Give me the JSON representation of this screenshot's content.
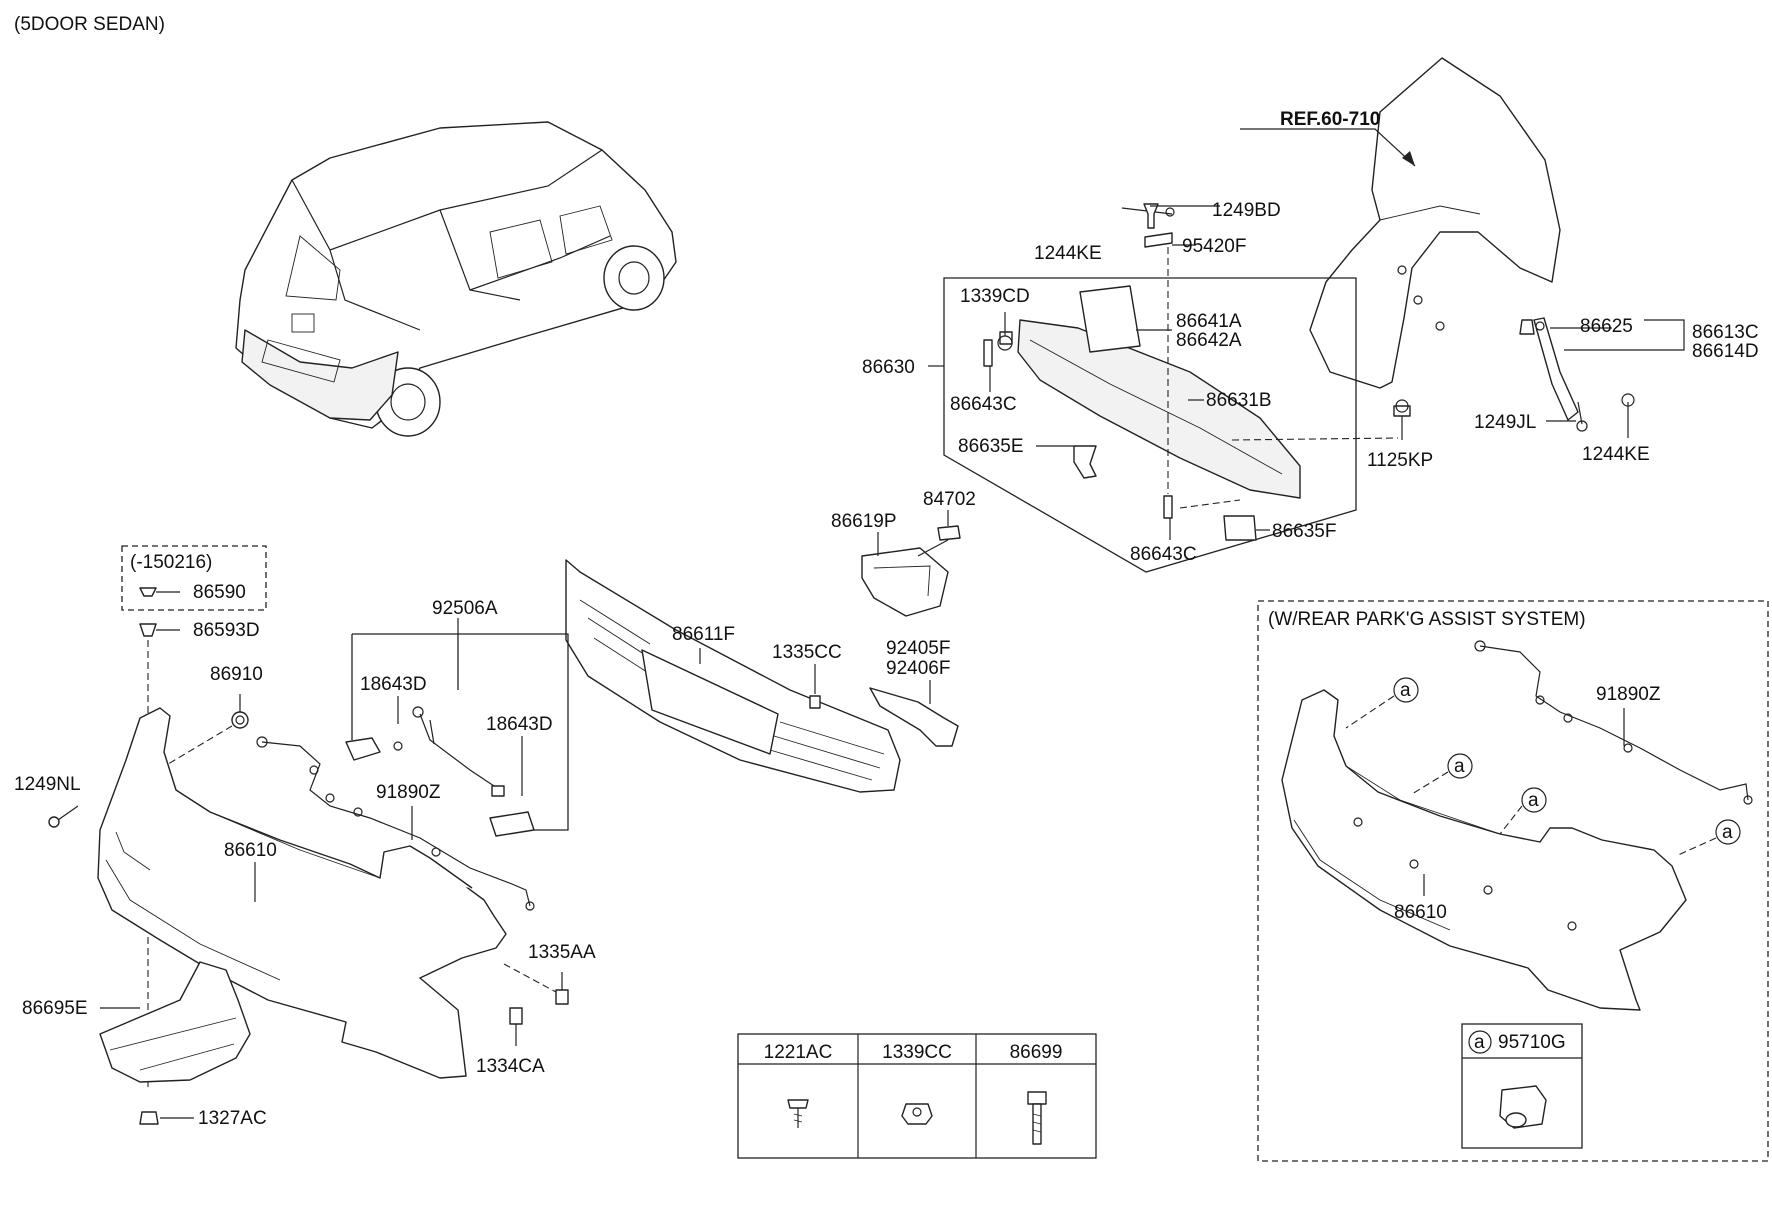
{
  "variant_title": "(5DOOR SEDAN)",
  "ref_label": "REF.60-710",
  "callouts": {
    "c1249BD": "1249BD",
    "c95420F": "95420F",
    "c1244KE_top": "1244KE",
    "c1339CD": "1339CD",
    "c86641A": "86641A",
    "c86642A": "86642A",
    "c86630": "86630",
    "c86643C_top": "86643C",
    "c86631B": "86631B",
    "c86635E": "86635E",
    "c86643C_bot": "86643C",
    "c86635F": "86635F",
    "c1125KP": "1125KP",
    "c86625": "86625",
    "c86613C": "86613C",
    "c86614D": "86614D",
    "c1249JL": "1249JL",
    "c1244KE_right": "1244KE",
    "c84702": "84702",
    "c86619P": "86619P",
    "c150216": "(-150216)",
    "c86590": "86590",
    "c86593D": "86593D",
    "c86910": "86910",
    "c1249NL": "1249NL",
    "c92506A": "92506A",
    "c18643D_a": "18643D",
    "c18643D_b": "18643D",
    "c91890Z": "91890Z",
    "c86610": "86610",
    "c86611F": "86611F",
    "c1335CC": "1335CC",
    "c92405F": "92405F",
    "c92406F": "92406F",
    "c1335AA": "1335AA",
    "c86695E": "86695E",
    "c1334CA": "1334CA",
    "c1327AC": "1327AC"
  },
  "fastener_table": {
    "headers": [
      "1221AC",
      "1339CC",
      "86699"
    ]
  },
  "park_assist": {
    "title": "(W/REAR PARK'G ASSIST SYSTEM)",
    "marker": "a",
    "harness": "91890Z",
    "bumper": "86610",
    "sensor_marker": "a",
    "sensor_part": "95710G"
  }
}
